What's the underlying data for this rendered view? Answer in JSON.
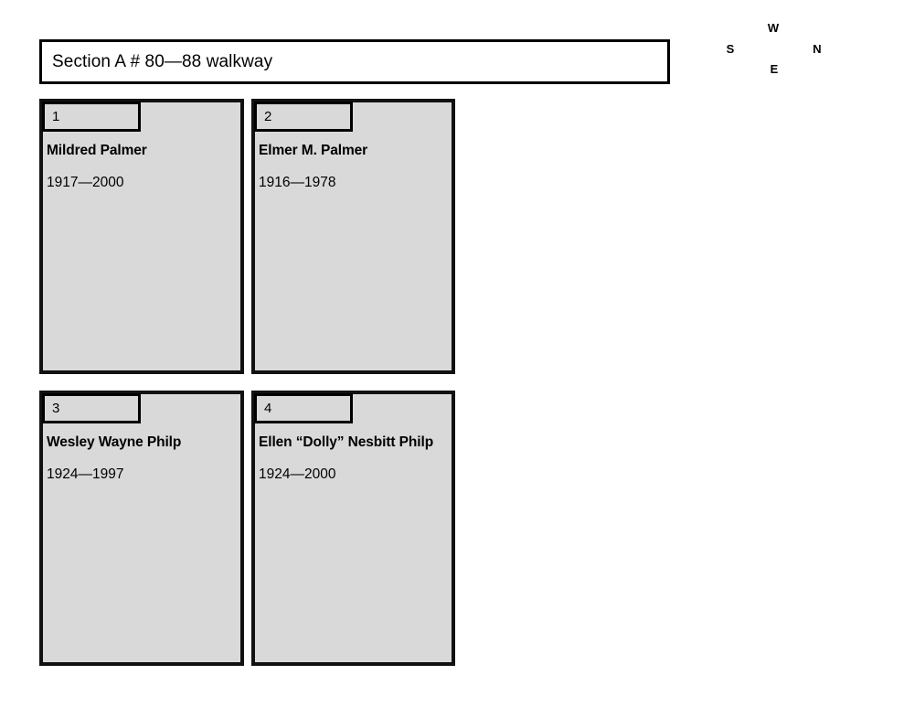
{
  "section": {
    "title": "Section A # 80—88 walkway"
  },
  "compass": {
    "top_label": "W",
    "left_label": "S",
    "right_label": "N",
    "bottom_label": "E"
  },
  "plots": [
    {
      "number": "1",
      "name": "Mildred Palmer",
      "dates": "1917—2000"
    },
    {
      "number": "2",
      "name": "Elmer M. Palmer",
      "dates": "1916—1978"
    },
    {
      "number": "3",
      "name": "Wesley Wayne Philp",
      "dates": "1924—1997"
    },
    {
      "number": "4",
      "name": "Ellen “Dolly” Nesbitt Philp",
      "dates": "1924—2000"
    }
  ],
  "colors": {
    "plot_fill": "#d9d9d9",
    "border": "#111111",
    "title_fill": "#ffffff",
    "text": "#000000"
  }
}
